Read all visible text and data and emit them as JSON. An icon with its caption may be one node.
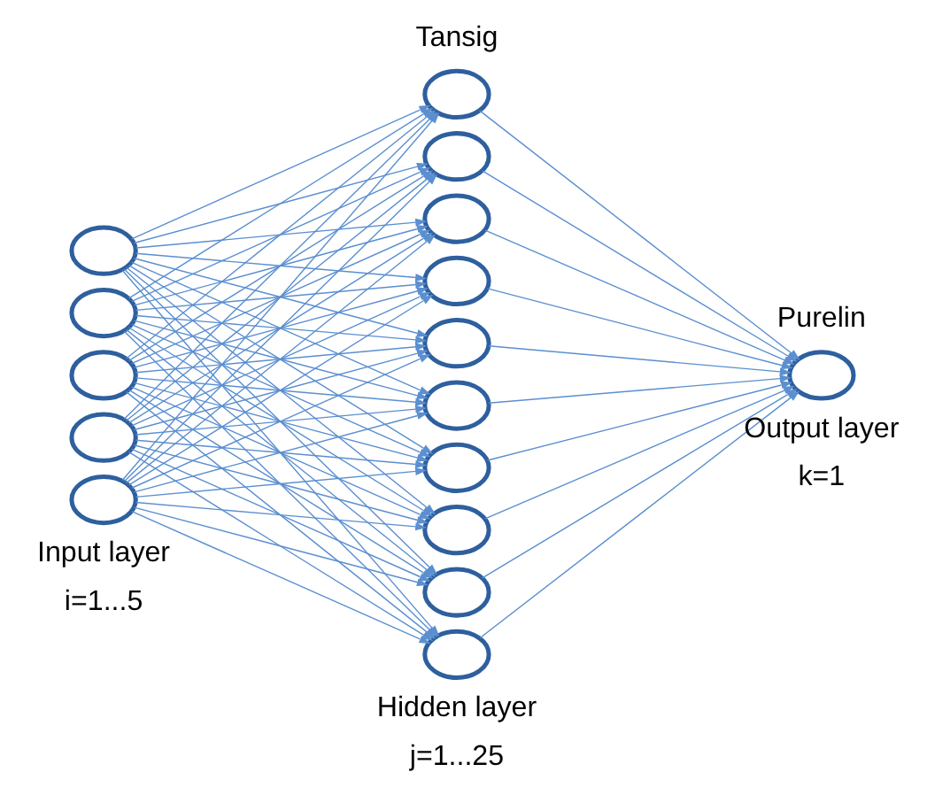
{
  "diagram": {
    "nodes": [
      {
        "text": [],
        "shape": "circle"
      },
      {
        "text": [],
        "shape": "circle"
      },
      {
        "text": [],
        "shape": "circle"
      },
      {
        "text": [],
        "shape": "circle"
      },
      {
        "text": [],
        "shape": "circle"
      },
      {
        "text": [],
        "shape": "circle"
      },
      {
        "text": [],
        "shape": "circle"
      },
      {
        "text": [],
        "shape": "circle"
      },
      {
        "text": [],
        "shape": "circle"
      },
      {
        "text": [],
        "shape": "circle"
      },
      {
        "text": [],
        "shape": "circle"
      },
      {
        "text": [],
        "shape": "circle"
      },
      {
        "text": [],
        "shape": "circle"
      },
      {
        "text": [],
        "shape": "circle"
      },
      {
        "text": [],
        "shape": "circle"
      },
      {
        "text": [],
        "shape": "circle"
      }
    ],
    "edges": [
      {
        "from": 0,
        "to": 5,
        "arrow": "to"
      },
      {
        "from": 0,
        "to": 6,
        "arrow": "to"
      },
      {
        "from": 0,
        "to": 7,
        "arrow": "to"
      },
      {
        "from": 0,
        "to": 8,
        "arrow": "to"
      },
      {
        "from": 0,
        "to": 9,
        "arrow": "to"
      },
      {
        "from": 0,
        "to": 10,
        "arrow": "to"
      },
      {
        "from": 0,
        "to": 11,
        "arrow": "to"
      },
      {
        "from": 0,
        "to": 12,
        "arrow": "to"
      },
      {
        "from": 0,
        "to": 13,
        "arrow": "to"
      },
      {
        "from": 0,
        "to": 14,
        "arrow": "to"
      },
      {
        "from": 1,
        "to": 5,
        "arrow": "to"
      },
      {
        "from": 1,
        "to": 6,
        "arrow": "to"
      },
      {
        "from": 1,
        "to": 7,
        "arrow": "to"
      },
      {
        "from": 1,
        "to": 8,
        "arrow": "to"
      },
      {
        "from": 1,
        "to": 9,
        "arrow": "to"
      },
      {
        "from": 1,
        "to": 10,
        "arrow": "to"
      },
      {
        "from": 1,
        "to": 11,
        "arrow": "to"
      },
      {
        "from": 1,
        "to": 12,
        "arrow": "to"
      },
      {
        "from": 1,
        "to": 13,
        "arrow": "to"
      },
      {
        "from": 1,
        "to": 14,
        "arrow": "to"
      },
      {
        "from": 2,
        "to": 5,
        "arrow": "to"
      },
      {
        "from": 2,
        "to": 6,
        "arrow": "to"
      },
      {
        "from": 2,
        "to": 7,
        "arrow": "to"
      },
      {
        "from": 2,
        "to": 8,
        "arrow": "to"
      },
      {
        "from": 2,
        "to": 9,
        "arrow": "to"
      },
      {
        "from": 2,
        "to": 10,
        "arrow": "to"
      },
      {
        "from": 2,
        "to": 11,
        "arrow": "to"
      },
      {
        "from": 2,
        "to": 12,
        "arrow": "to"
      },
      {
        "from": 2,
        "to": 13,
        "arrow": "to"
      },
      {
        "from": 2,
        "to": 14,
        "arrow": "to"
      },
      {
        "from": 3,
        "to": 5,
        "arrow": "to"
      },
      {
        "from": 3,
        "to": 6,
        "arrow": "to"
      },
      {
        "from": 3,
        "to": 7,
        "arrow": "to"
      },
      {
        "from": 3,
        "to": 8,
        "arrow": "to"
      },
      {
        "from": 3,
        "to": 9,
        "arrow": "to"
      },
      {
        "from": 3,
        "to": 10,
        "arrow": "to"
      },
      {
        "from": 3,
        "to": 11,
        "arrow": "to"
      },
      {
        "from": 3,
        "to": 12,
        "arrow": "to"
      },
      {
        "from": 3,
        "to": 13,
        "arrow": "to"
      },
      {
        "from": 3,
        "to": 14,
        "arrow": "to"
      },
      {
        "from": 4,
        "to": 5,
        "arrow": "to"
      },
      {
        "from": 4,
        "to": 6,
        "arrow": "to"
      },
      {
        "from": 4,
        "to": 7,
        "arrow": "to"
      },
      {
        "from": 4,
        "to": 8,
        "arrow": "to"
      },
      {
        "from": 4,
        "to": 9,
        "arrow": "to"
      },
      {
        "from": 4,
        "to": 10,
        "arrow": "to"
      },
      {
        "from": 4,
        "to": 11,
        "arrow": "to"
      },
      {
        "from": 4,
        "to": 12,
        "arrow": "to"
      },
      {
        "from": 4,
        "to": 13,
        "arrow": "to"
      },
      {
        "from": 4,
        "to": 14,
        "arrow": "to"
      },
      {
        "from": 5,
        "to": 15,
        "arrow": "to"
      },
      {
        "from": 6,
        "to": 15,
        "arrow": "to"
      },
      {
        "from": 7,
        "to": 15,
        "arrow": "to"
      },
      {
        "from": 8,
        "to": 15,
        "arrow": "to"
      },
      {
        "from": 9,
        "to": 15,
        "arrow": "to"
      },
      {
        "from": 10,
        "to": 15,
        "arrow": "to"
      },
      {
        "from": 11,
        "to": 15,
        "arrow": "to"
      },
      {
        "from": 12,
        "to": 15,
        "arrow": "to"
      },
      {
        "from": 13,
        "to": 15,
        "arrow": "to"
      },
      {
        "from": 14,
        "to": 15,
        "arrow": "to"
      }
    ],
    "labels": [
      "Tansig",
      "Purelin",
      "Output layer",
      "k=1",
      "Input layer",
      "i=1...5",
      "Hidden layer",
      "j=1...25"
    ]
  }
}
